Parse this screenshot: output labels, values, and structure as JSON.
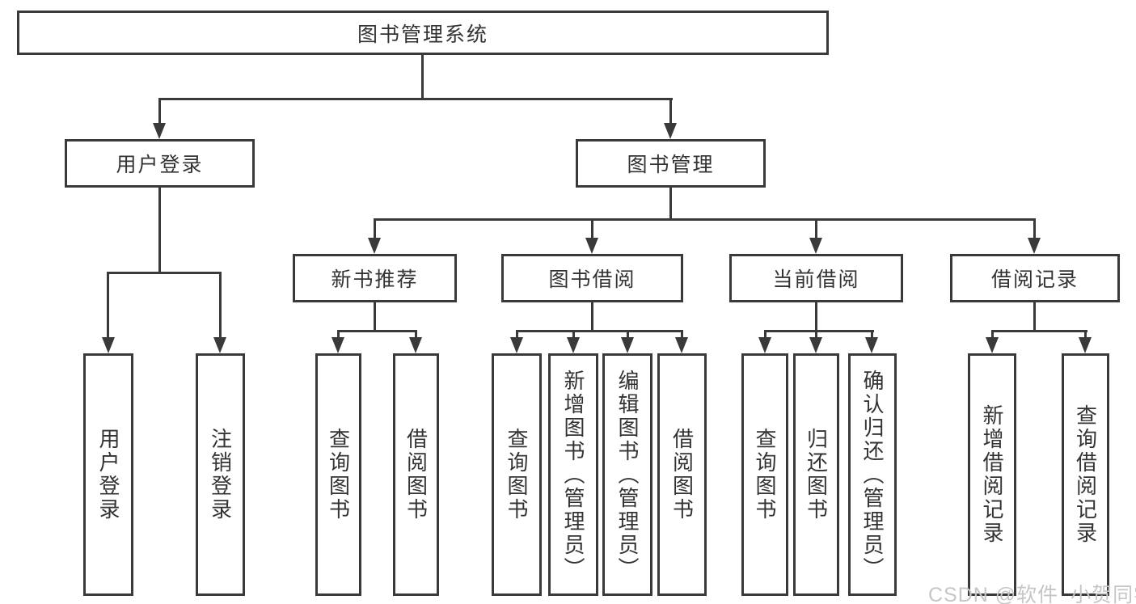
{
  "diagram": {
    "type": "tree",
    "root": {
      "label": "图书管理系统"
    },
    "level2": [
      {
        "label": "用户登录",
        "parent": "图书管理系统"
      },
      {
        "label": "图书管理",
        "parent": "图书管理系统"
      }
    ],
    "level3": [
      {
        "label": "新书推荐",
        "parent": "图书管理"
      },
      {
        "label": "图书借阅",
        "parent": "图书管理"
      },
      {
        "label": "当前借阅",
        "parent": "图书管理"
      },
      {
        "label": "借阅记录",
        "parent": "图书管理"
      }
    ],
    "leaves": [
      {
        "label": "用户登录",
        "parent": "用户登录"
      },
      {
        "label": "注销登录",
        "parent": "用户登录"
      },
      {
        "label": "查询图书",
        "parent": "新书推荐"
      },
      {
        "label": "借阅图书",
        "parent": "新书推荐"
      },
      {
        "label": "查询图书",
        "parent": "图书借阅"
      },
      {
        "label": "新增图书（管理员）",
        "parent": "图书借阅"
      },
      {
        "label": "编辑图书（管理员）",
        "parent": "图书借阅"
      },
      {
        "label": "借阅图书",
        "parent": "图书借阅"
      },
      {
        "label": "查询图书",
        "parent": "当前借阅"
      },
      {
        "label": "归还图书",
        "parent": "当前借阅"
      },
      {
        "label": "确认归还（管理员）",
        "parent": "当前借阅"
      },
      {
        "label": "新增借阅记录",
        "parent": "借阅记录"
      },
      {
        "label": "查询借阅记录",
        "parent": "借阅记录"
      }
    ]
  },
  "watermark": {
    "text": "CSDN @软件_小贺同学"
  },
  "colors": {
    "line": "#3a3a3a",
    "text": "#333333",
    "watermark": "#c6c6c6",
    "background": "#ffffff"
  }
}
